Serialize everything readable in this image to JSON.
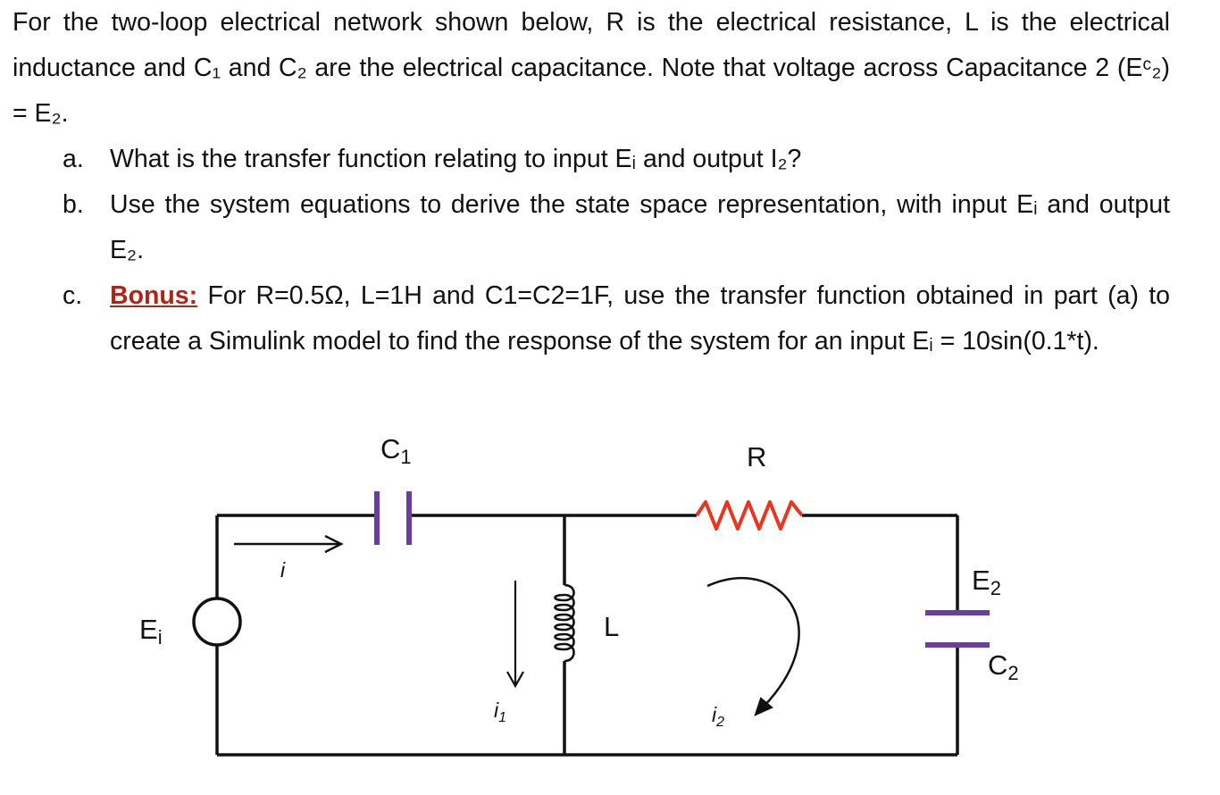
{
  "problem": {
    "intro": "For the two-loop electrical network shown below, R is the electrical resistance, L is the electrical inductance and C₁ and C₂ are the electrical capacitance. Note that voltage across Capacitance 2 (Eᶜ₂) = E₂.",
    "items": [
      {
        "marker": "a.",
        "text": "What is the transfer function relating to input Eᵢ and output I₂?"
      },
      {
        "marker": "b.",
        "text": "Use the system equations to derive the state space representation, with input Eᵢ and output E₂."
      },
      {
        "marker": "c.",
        "bonus_label": "Bonus:",
        "text": " For R=0.5Ω, L=1H and C1=C2=1F, use the transfer function obtained in part (a) to create a Simulink model to find the response of the system for an input Eᵢ = 10sin(0.1*t)."
      }
    ]
  },
  "diagram": {
    "labels": {
      "c1": "C",
      "c1_sub": "1",
      "r": "R",
      "l": "L",
      "e2": "E",
      "e2_sub": "2",
      "c2": "C",
      "c2_sub": "2",
      "ei": "E",
      "ei_sub": "i",
      "i": "i",
      "i1": "i",
      "i1_sub": "1",
      "i2": "i",
      "i2_sub": "2"
    },
    "colors": {
      "wire": "#111111",
      "capacitor": "#6a3ea1",
      "resistor": "#e8371f"
    }
  }
}
